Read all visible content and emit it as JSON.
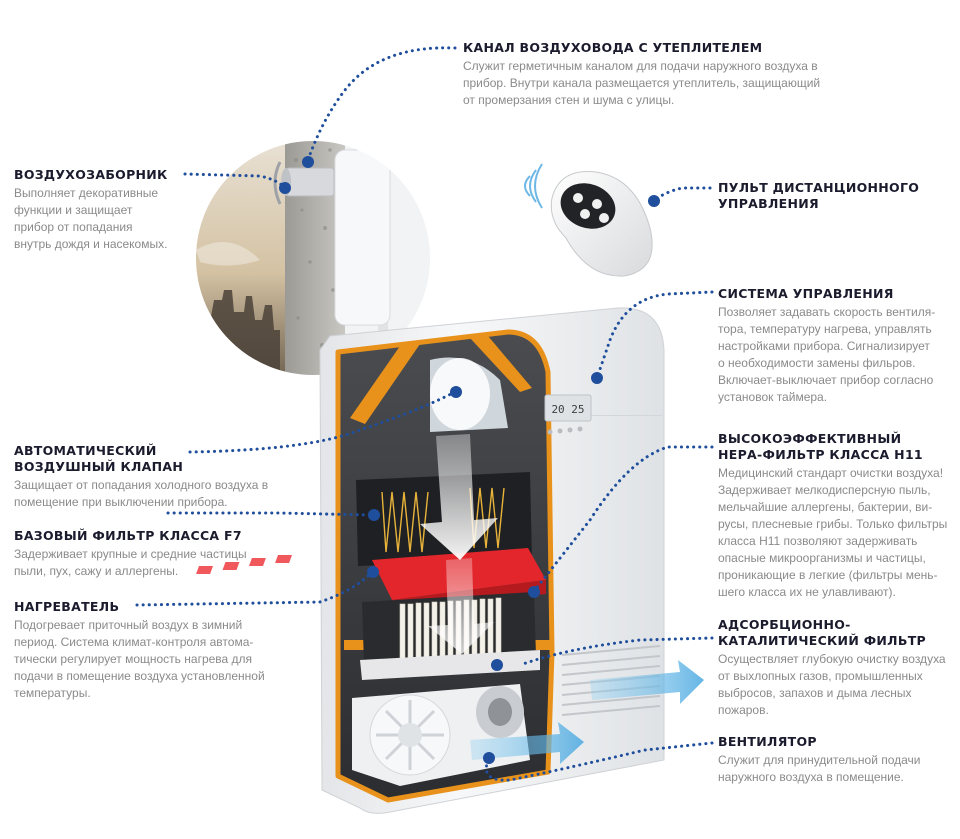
{
  "palette": {
    "title": "#1b1b2e",
    "description": "#8a8a8a",
    "leader_dots": "#1f4e9c",
    "frame_orange": "#e8921c",
    "filter_red": "#e2262b",
    "airflow_blue": "#5cb4e6"
  },
  "display": {
    "readout": "20 25"
  },
  "labels": [
    {
      "id": "duct",
      "title": "КАНАЛ ВОЗДУХОВОДА С УТЕПЛИТЕЛЕМ",
      "desc": "Служит герметичным каналом для подачи наружного воздуха в\nприбор. Внутри канала размещается утеплитель, защищающий\nот промерзания стен и шума с улицы."
    },
    {
      "id": "intake",
      "title": "ВОЗДУХОЗАБОРНИК",
      "desc": "Выполняет декоративные\nфункции и защищает\nприбор от попадания\nвнутрь дождя и насекомых."
    },
    {
      "id": "remote",
      "title": "ПУЛЬТ ДИСТАНЦИОННОГО\nУПРАВЛЕНИЯ",
      "desc": ""
    },
    {
      "id": "control",
      "title": "СИСТЕМА УПРАВЛЕНИЯ",
      "desc": "Позволяет задавать скорость вентиля-\nтора, температуру нагрева, управлять\nнастройками прибора. Сигнализирует\nо необходимости замены фильров.\nВключает-выключает прибор согласно\nустановок таймера."
    },
    {
      "id": "valve",
      "title": "АВТОМАТИЧЕСКИЙ\nВОЗДУШНЫЙ КЛАПАН",
      "desc": "Защищает от попадания холодного воздуха в\nпомещение при выключении прибора."
    },
    {
      "id": "hepa",
      "title": "ВЫСОКОЭФФЕКТИВНЫЙ\nНЕРА-ФИЛЬТР КЛАССА Н11",
      "desc": "Медицинский стандарт очистки воздуха!\nЗадерживает мелкодисперсную пыль,\nмельчайшие аллергены, бактерии, ви-\nрусы, плесневые грибы. Только фильтры\nкласса Н11 позволяют задерживать\nопасные микроорганизмы и частицы,\nпроникающие в легкие (фильтры мень-\nшего класса их не улавливают)."
    },
    {
      "id": "f7",
      "title": "БАЗОВЫЙ ФИЛЬТР КЛАССА F7",
      "desc": "Задерживает крупные и средние частицы\nпыли, пух, сажу и аллергены."
    },
    {
      "id": "heater",
      "title": "НАГРЕВАТЕЛЬ",
      "desc": "Подогревает приточный воздух в зимний\nпериод. Система климат-контроля автома-\nтически регулирует мощность нагрева для\nподачи в помещение воздуха установленной\nтемпературы."
    },
    {
      "id": "adsorb",
      "title": "АДСОРБЦИОННО-\nКАТАЛИТИЧЕСКИЙ ФИЛЬТР",
      "desc": "Осуществляет глубокую очистку воздуха\nот выхлопных газов, промышленных\nвыбросов, запахов и дыма лесных\nпожаров."
    },
    {
      "id": "fan",
      "title": "ВЕНТИЛЯТОР",
      "desc": "Служит для принудительной подачи\nнаружного воздуха в помещение."
    }
  ]
}
